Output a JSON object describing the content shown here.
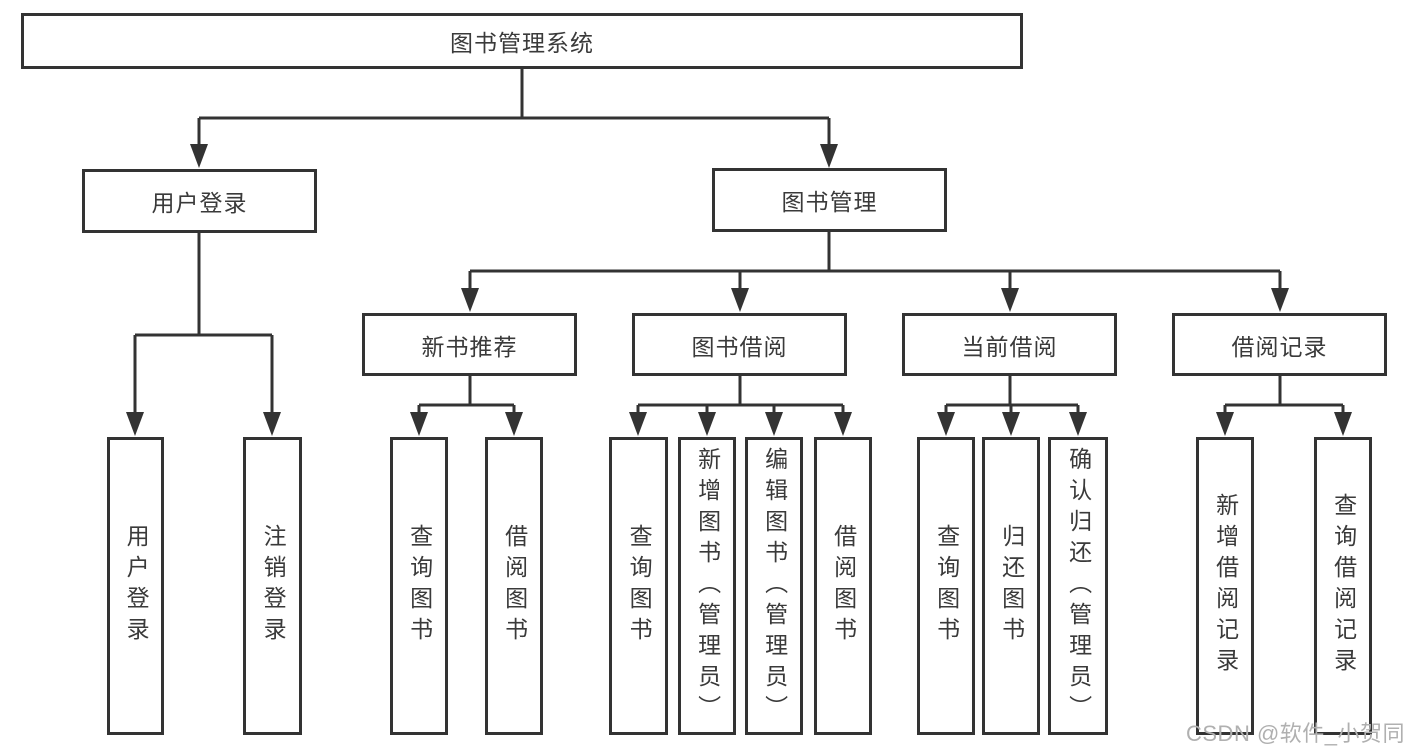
{
  "nodes": {
    "root": "图书管理系统",
    "userLogin": "用户登录",
    "bookMgmt": "图书管理",
    "newBookRec": "新书推荐",
    "bookBorrow": "图书借阅",
    "currentBorrow": "当前借阅",
    "borrowRecords": "借阅记录",
    "leaves": {
      "userLogin": [
        "用户登录",
        "注销登录"
      ],
      "newBookRec": [
        "查询图书",
        "借阅图书"
      ],
      "bookBorrow": [
        "查询图书",
        "新增图书（管理员）",
        "编辑图书（管理员）",
        "借阅图书"
      ],
      "currentBorrow": [
        "查询图书",
        "归还图书",
        "确认归还（管理员）"
      ],
      "borrowRecords": [
        "新增借阅记录",
        "查询借阅记录"
      ]
    }
  },
  "colors": {
    "line": "#333333",
    "text": "#3a3a3a",
    "background": "#ffffff",
    "watermark_color": "#b0b0b0"
  },
  "watermark": "CSDN @软件_小贺同学"
}
